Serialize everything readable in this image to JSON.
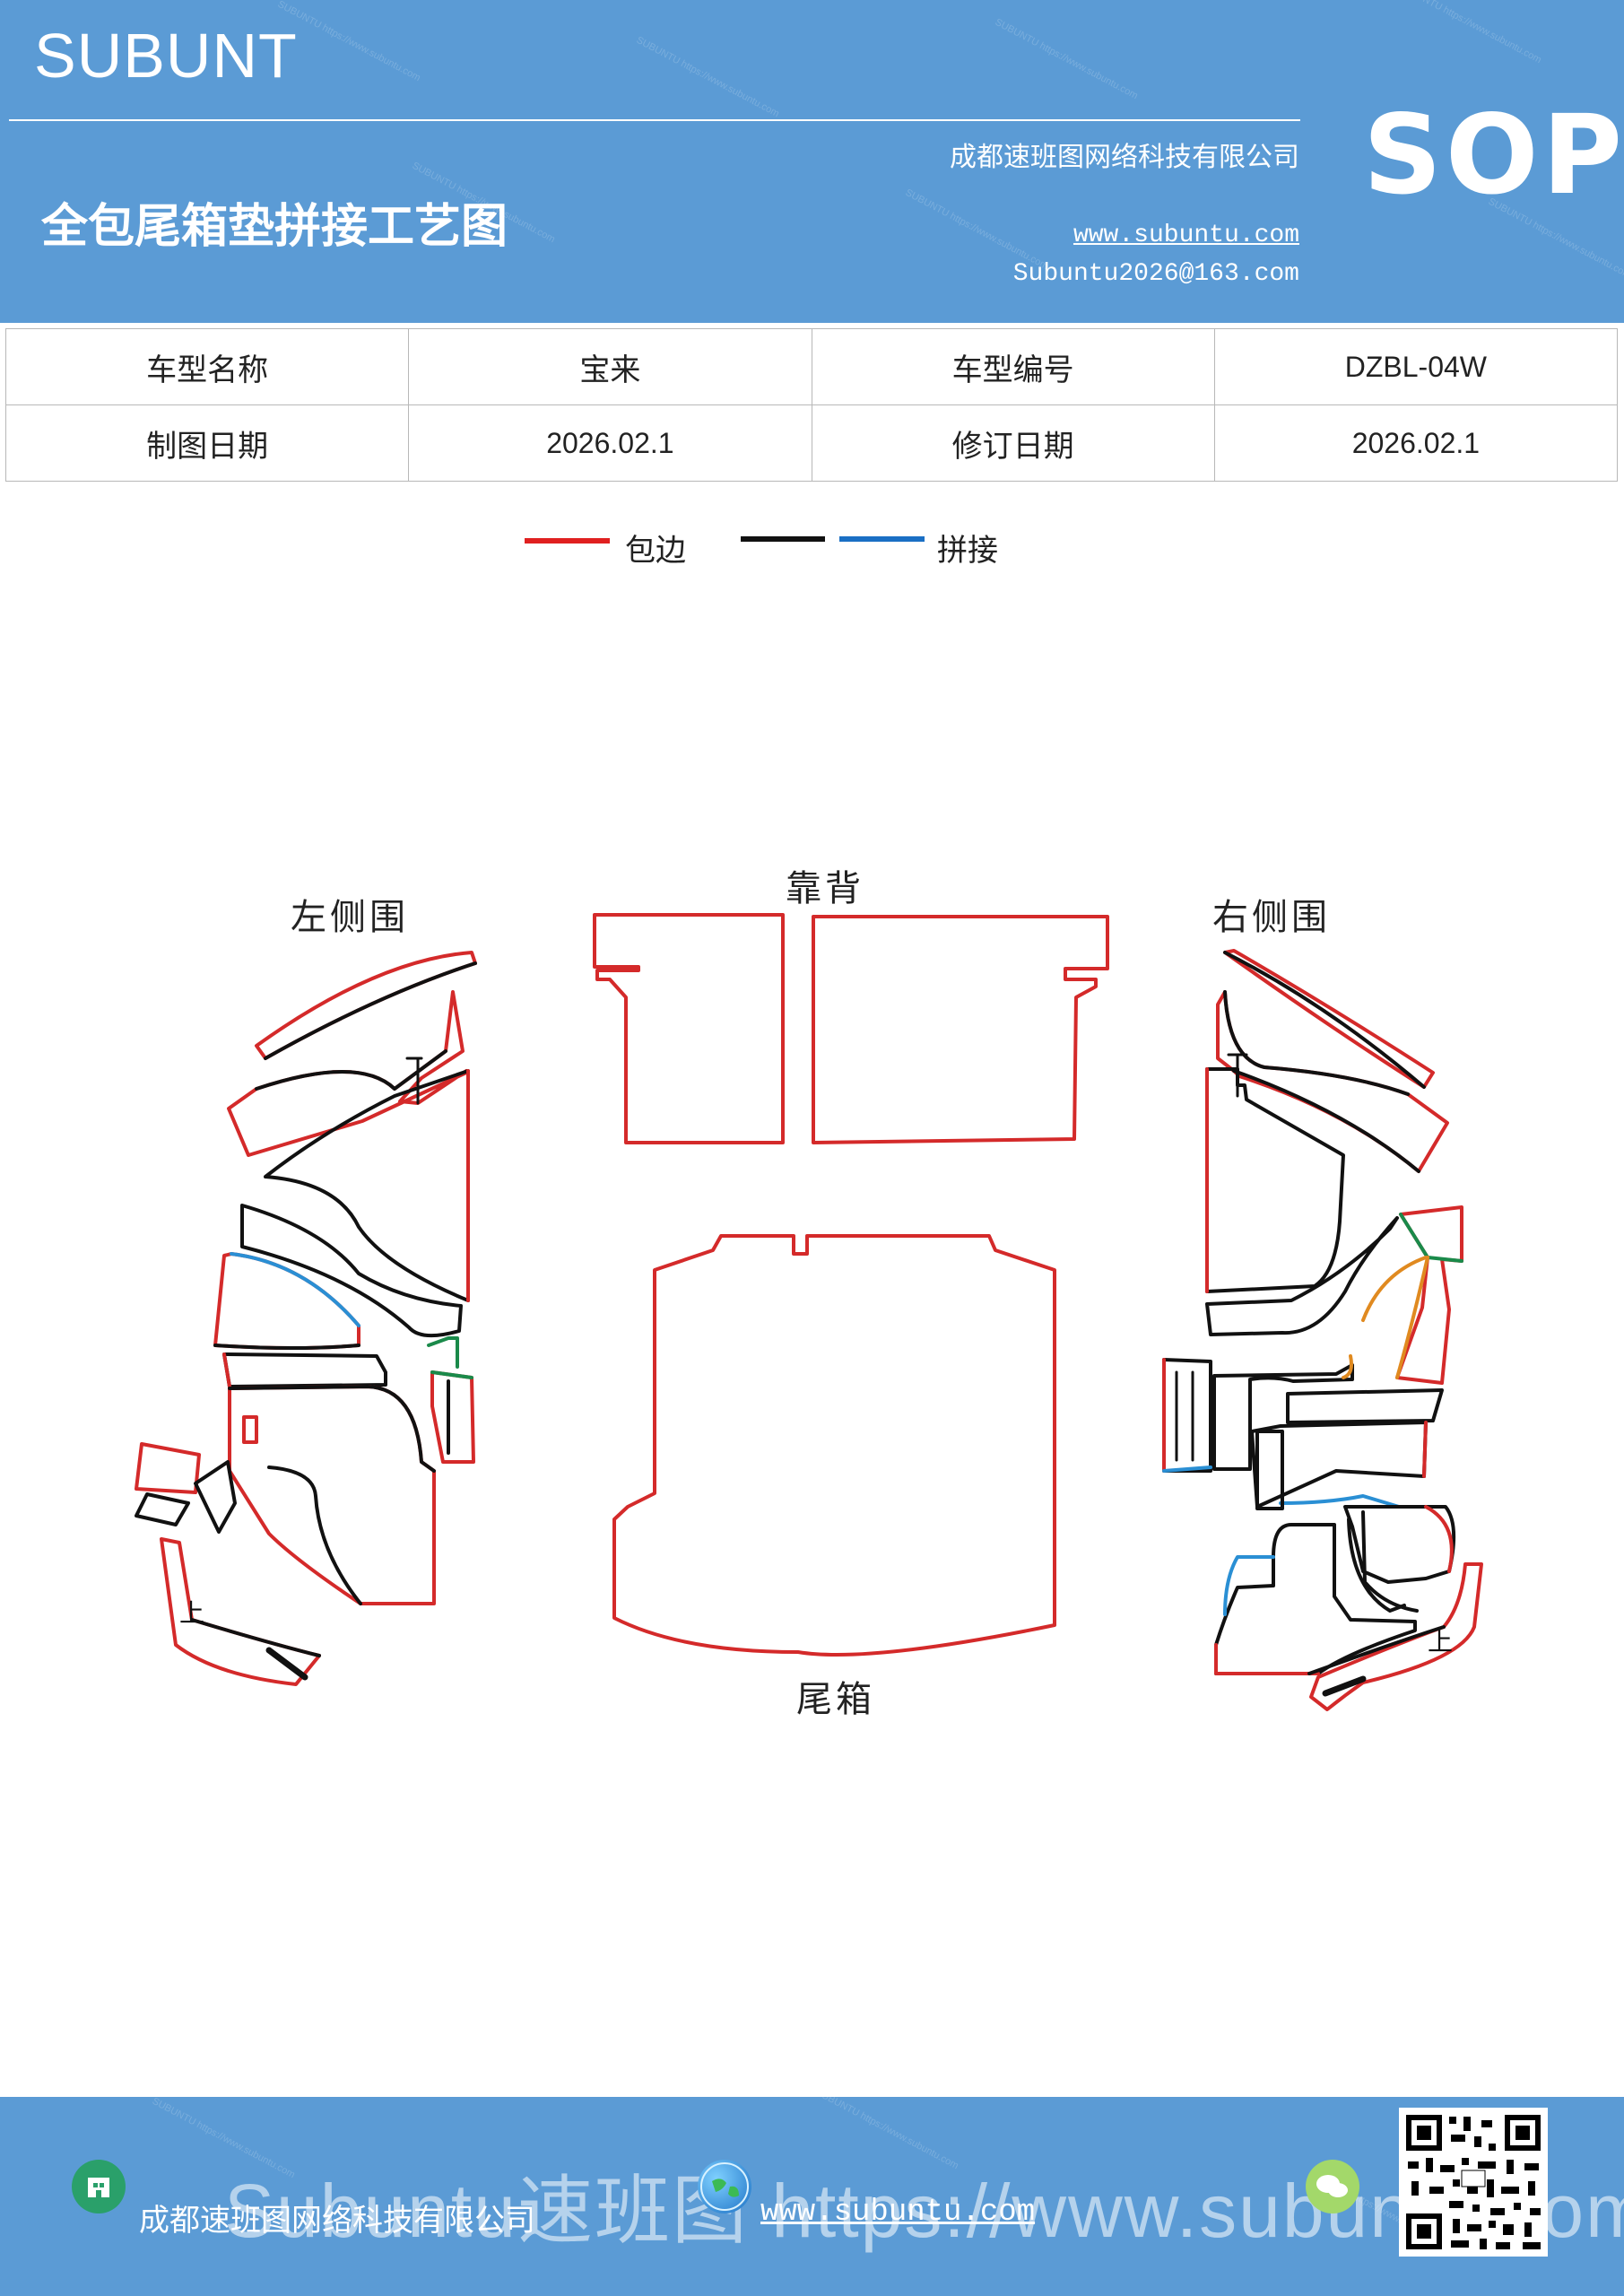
{
  "header": {
    "brand": "SUBUNT",
    "title": "全包尾箱垫拼接工艺图",
    "company": "成都速班图网络科技有限公司",
    "website": "www.subuntu.com",
    "email": "Subuntu2026@163.com",
    "badge": "SOP"
  },
  "info_table": {
    "model_name_label": "车型名称",
    "model_name_value": "宝来",
    "model_code_label": "车型编号",
    "model_code_value": "DZBL-04W",
    "draw_date_label": "制图日期",
    "draw_date_value": "2026.02.1",
    "revise_date_label": "修订日期",
    "revise_date_value": "2026.02.1"
  },
  "legend": {
    "red_label": "包边",
    "blue_label": "拼接",
    "colors": {
      "red": "#e02020",
      "black": "#111111",
      "blue": "#1a6fc4"
    }
  },
  "diagram": {
    "left_label": "左侧围",
    "back_label": "靠背",
    "right_label": "右侧围",
    "trunk_label": "尾箱",
    "up_mark": "上",
    "colors": {
      "edge": "#d42a2a",
      "seam": "#111111",
      "blue": "#2a8fd4",
      "green": "#1a8a4a",
      "orange": "#e08a20"
    }
  },
  "footer": {
    "company": "成都速班图网络科技有限公司",
    "website": "www.subuntu.com",
    "watermark": "Subuntu速班图 https://www.subuntu.com",
    "icons": [
      "building-icon",
      "globe-icon",
      "wechat-icon"
    ]
  }
}
